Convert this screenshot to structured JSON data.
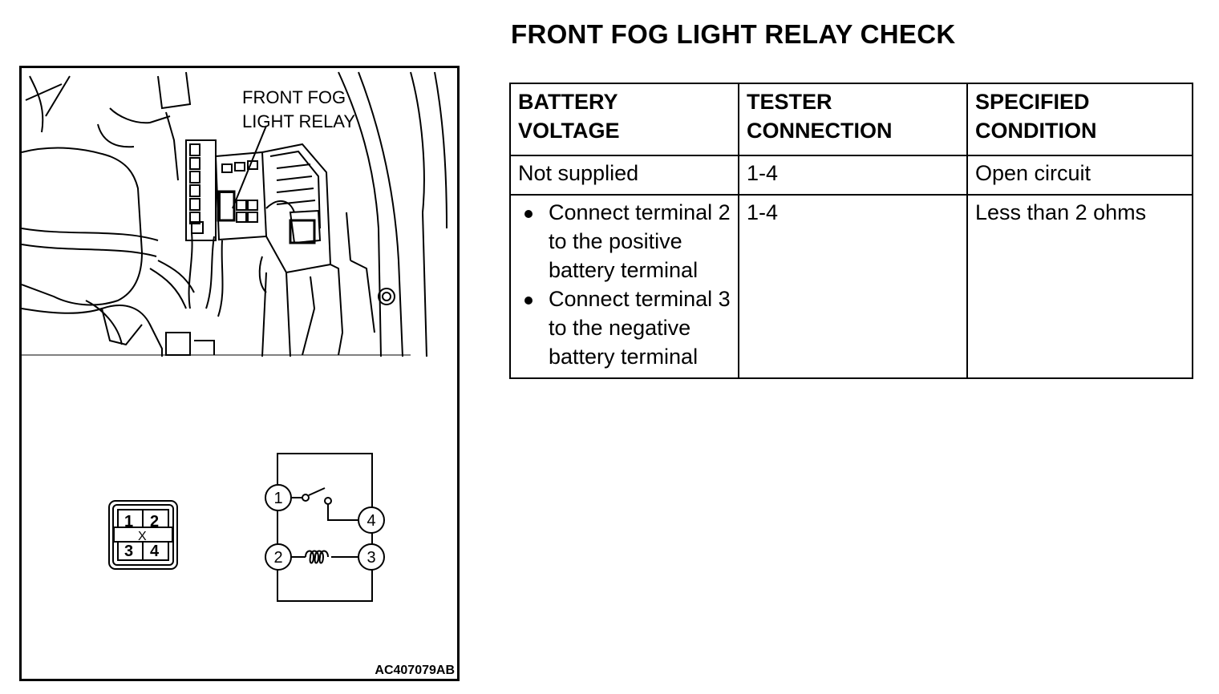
{
  "title": "FRONT FOG LIGHT RELAY CHECK",
  "figure": {
    "callout_line1": "FRONT FOG",
    "callout_line2": "LIGHT RELAY",
    "figure_id": "AC407079AB",
    "connector_terminals": [
      "1",
      "2",
      "3",
      "4"
    ],
    "connector_center_mark": "X",
    "circuit_terminals": [
      "1",
      "4",
      "2",
      "3"
    ]
  },
  "table": {
    "headers": [
      [
        "BATTERY",
        "VOLTAGE"
      ],
      [
        "TESTER",
        "CONNECTION"
      ],
      [
        "SPECIFIED",
        "CONDITION"
      ]
    ],
    "rows": [
      {
        "battery_voltage": "Not supplied",
        "tester_connection": "1-4",
        "specified_condition": "Open circuit"
      },
      {
        "battery_voltage_bullets": [
          "Connect terminal 2 to the positive battery terminal",
          "Connect terminal 3 to the negative battery terminal"
        ],
        "tester_connection": "1-4",
        "specified_condition": "Less than 2 ohms"
      }
    ]
  }
}
